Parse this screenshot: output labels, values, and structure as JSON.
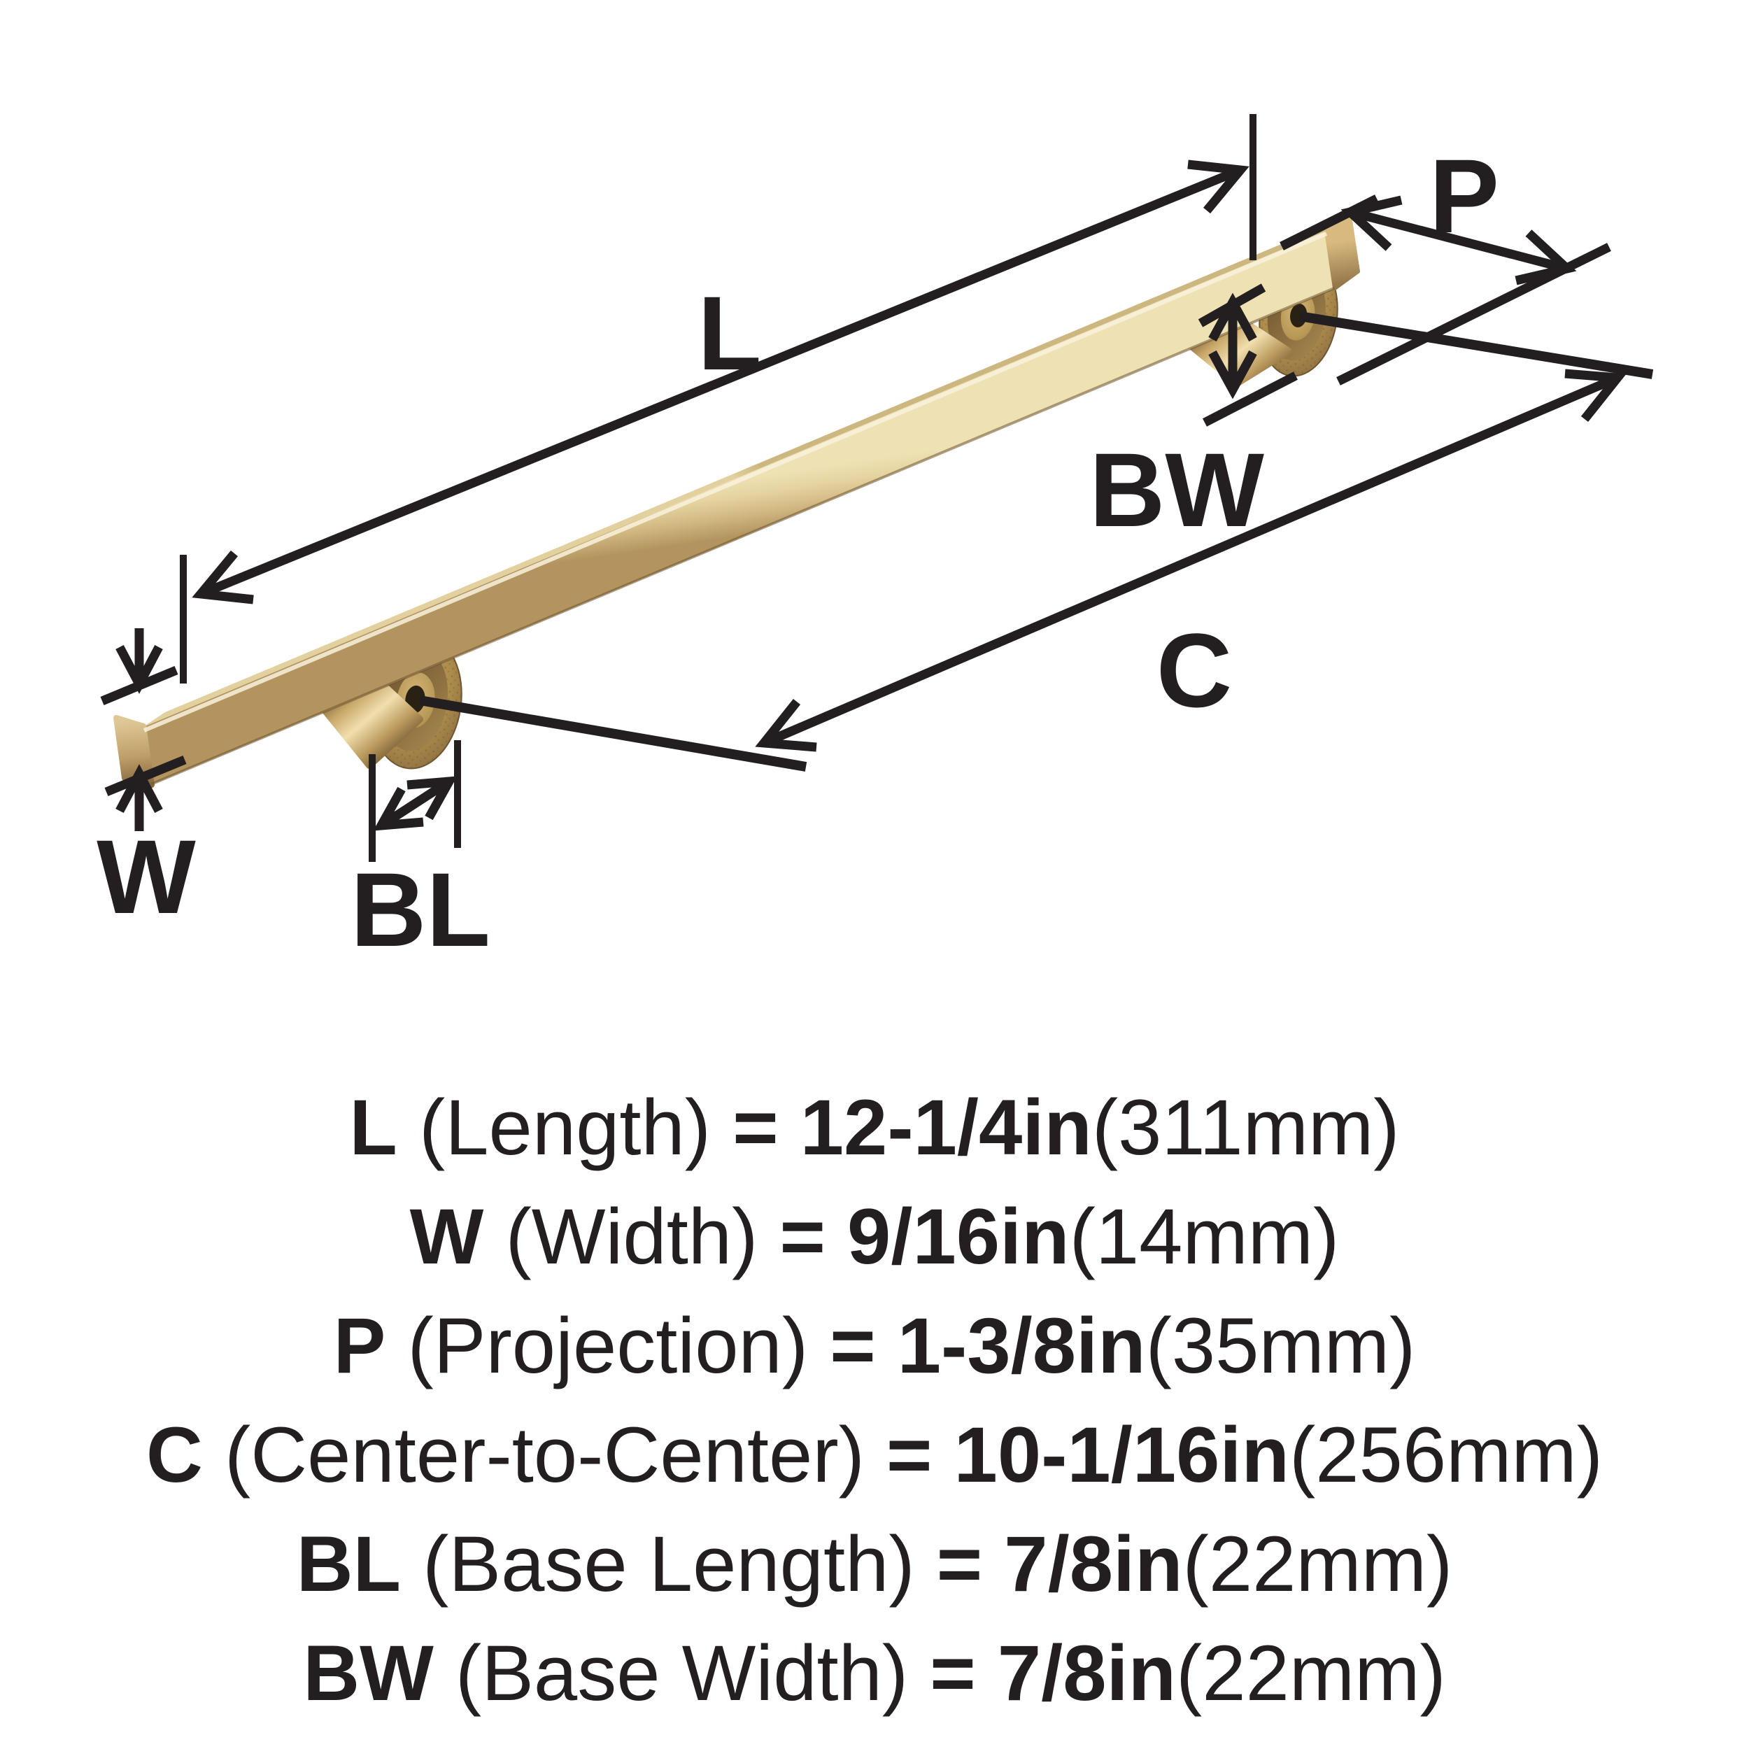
{
  "diagram": {
    "labels": {
      "length": "L",
      "width": "W",
      "projection": "P",
      "center_to_center": "C",
      "base_length": "BL",
      "base_width": "BW"
    }
  },
  "specs": [
    {
      "symbol": "L",
      "label": " (Length) ",
      "value": "= 12-1/4in",
      "metric": "(311mm)"
    },
    {
      "symbol": "W",
      "label": " (Width) ",
      "value": "= 9/16in",
      "metric": "(14mm)"
    },
    {
      "symbol": "P",
      "label": " (Projection) ",
      "value": "= 1-3/8in",
      "metric": "(35mm)"
    },
    {
      "symbol": "C",
      "label": " (Center-to-Center) ",
      "value": "= 10-1/16in",
      "metric": "(256mm)"
    },
    {
      "symbol": "BL",
      "label": " (Base Length) ",
      "value": "= 7/8in",
      "metric": "(22mm)"
    },
    {
      "symbol": "BW",
      "label": " (Base Width) ",
      "value": "= 7/8in",
      "metric": "(22mm)"
    }
  ],
  "colors": {
    "background": "#ffffff",
    "line": "#231f20",
    "gold_light": "#ecdfb2",
    "gold_mid": "#cdb47f",
    "gold_dark": "#8a6c3e",
    "flange": "#ad8c4c",
    "hole": "#2a2115"
  }
}
